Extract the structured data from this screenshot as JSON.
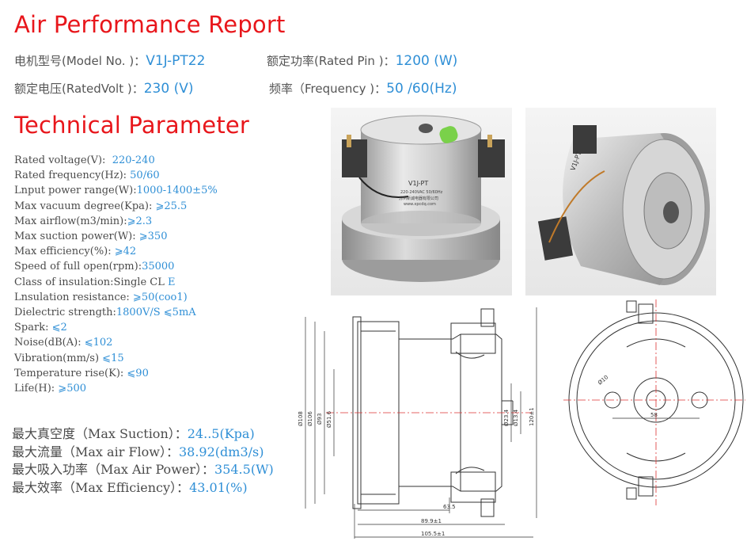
{
  "report_title": "Air Performance Report",
  "header": {
    "model_label": "电机型号(Model No. )：",
    "model_value": "V1J-PT22",
    "pin_label": "额定功率(Rated Pin )：",
    "pin_value": "1200 (W)",
    "volt_label": "额定电压(RatedVolt )：",
    "volt_value": "230 (V)",
    "freq_label": "频率（Frequency )：",
    "freq_value": "50 /60(Hz)"
  },
  "technical_title": "Technical Parameter",
  "specs": [
    {
      "label": "Rated voltage(V):  ",
      "value": "220-240"
    },
    {
      "label": "Rated frequency(Hz): ",
      "value": "50/60"
    },
    {
      "label": "Lnput power range(W):",
      "value": "1000-1400±5%"
    },
    {
      "label": "Max vacuum degree(Kpa): ",
      "value": "⩾25.5"
    },
    {
      "label": "Max airflow(m3/min):",
      "value": "⩾2.3"
    },
    {
      "label": "Max suction power(W): ",
      "value": "⩾350"
    },
    {
      "label": "Max efficiency(%): ",
      "value": "⩾42"
    },
    {
      "label": "Speed of full open(rpm):",
      "value": "35000"
    },
    {
      "label": "Class of insulation:Single CL ",
      "value": "E"
    },
    {
      "label": "Lnsulation resistance: ",
      "value": "⩾50(coo1)"
    },
    {
      "label": "Dielectric strength:",
      "value": "1800V/S ⩽5mA"
    },
    {
      "label": "Spark: ",
      "value": "⩽2"
    },
    {
      "label": "Noise(dB(A): ",
      "value": "⩽102"
    },
    {
      "label": "Vibration(mm/s) ",
      "value": "⩽15"
    },
    {
      "label": "Temperature rise(K): ",
      "value": "⩽90"
    },
    {
      "label": "Life(H): ",
      "value": "⩾500"
    }
  ],
  "performance": [
    {
      "label": "最大真空度（Max Suction）：",
      "value": "24..5(Kpa)"
    },
    {
      "label": "最大流量（Max air Flow）：",
      "value": "38.92(dm3/s)"
    },
    {
      "label": "最大吸入功率（Max Air Power）：",
      "value": "354.5(W)"
    },
    {
      "label": "最大效率（Max Efficiency）：",
      "value": "43.01(%)"
    }
  ],
  "photo1": {
    "model_print": "V1J-PT",
    "rating_print": "220-240VAC 50/60Hz",
    "maker_print": "苏州新诚电器有限公司",
    "web_print": "www.xpcdq.com"
  },
  "photo2": {
    "model_print": "V1J-PT"
  },
  "drawing": {
    "dims": {
      "d108": "Ø108",
      "d106": "Ø106",
      "d93": "Ø93",
      "d51": "Ø51.6",
      "d23": "Ø23.4",
      "d13": "Ø13.4",
      "h120": "120±1",
      "w63": "63.5",
      "w89": "89.9±1",
      "w105": "105.5±1",
      "w58": "58",
      "dhole": "Ø10"
    }
  },
  "colors": {
    "title_red": "#e8161b",
    "value_blue": "#2f8fd6",
    "text_gray": "#4a4a4a"
  }
}
